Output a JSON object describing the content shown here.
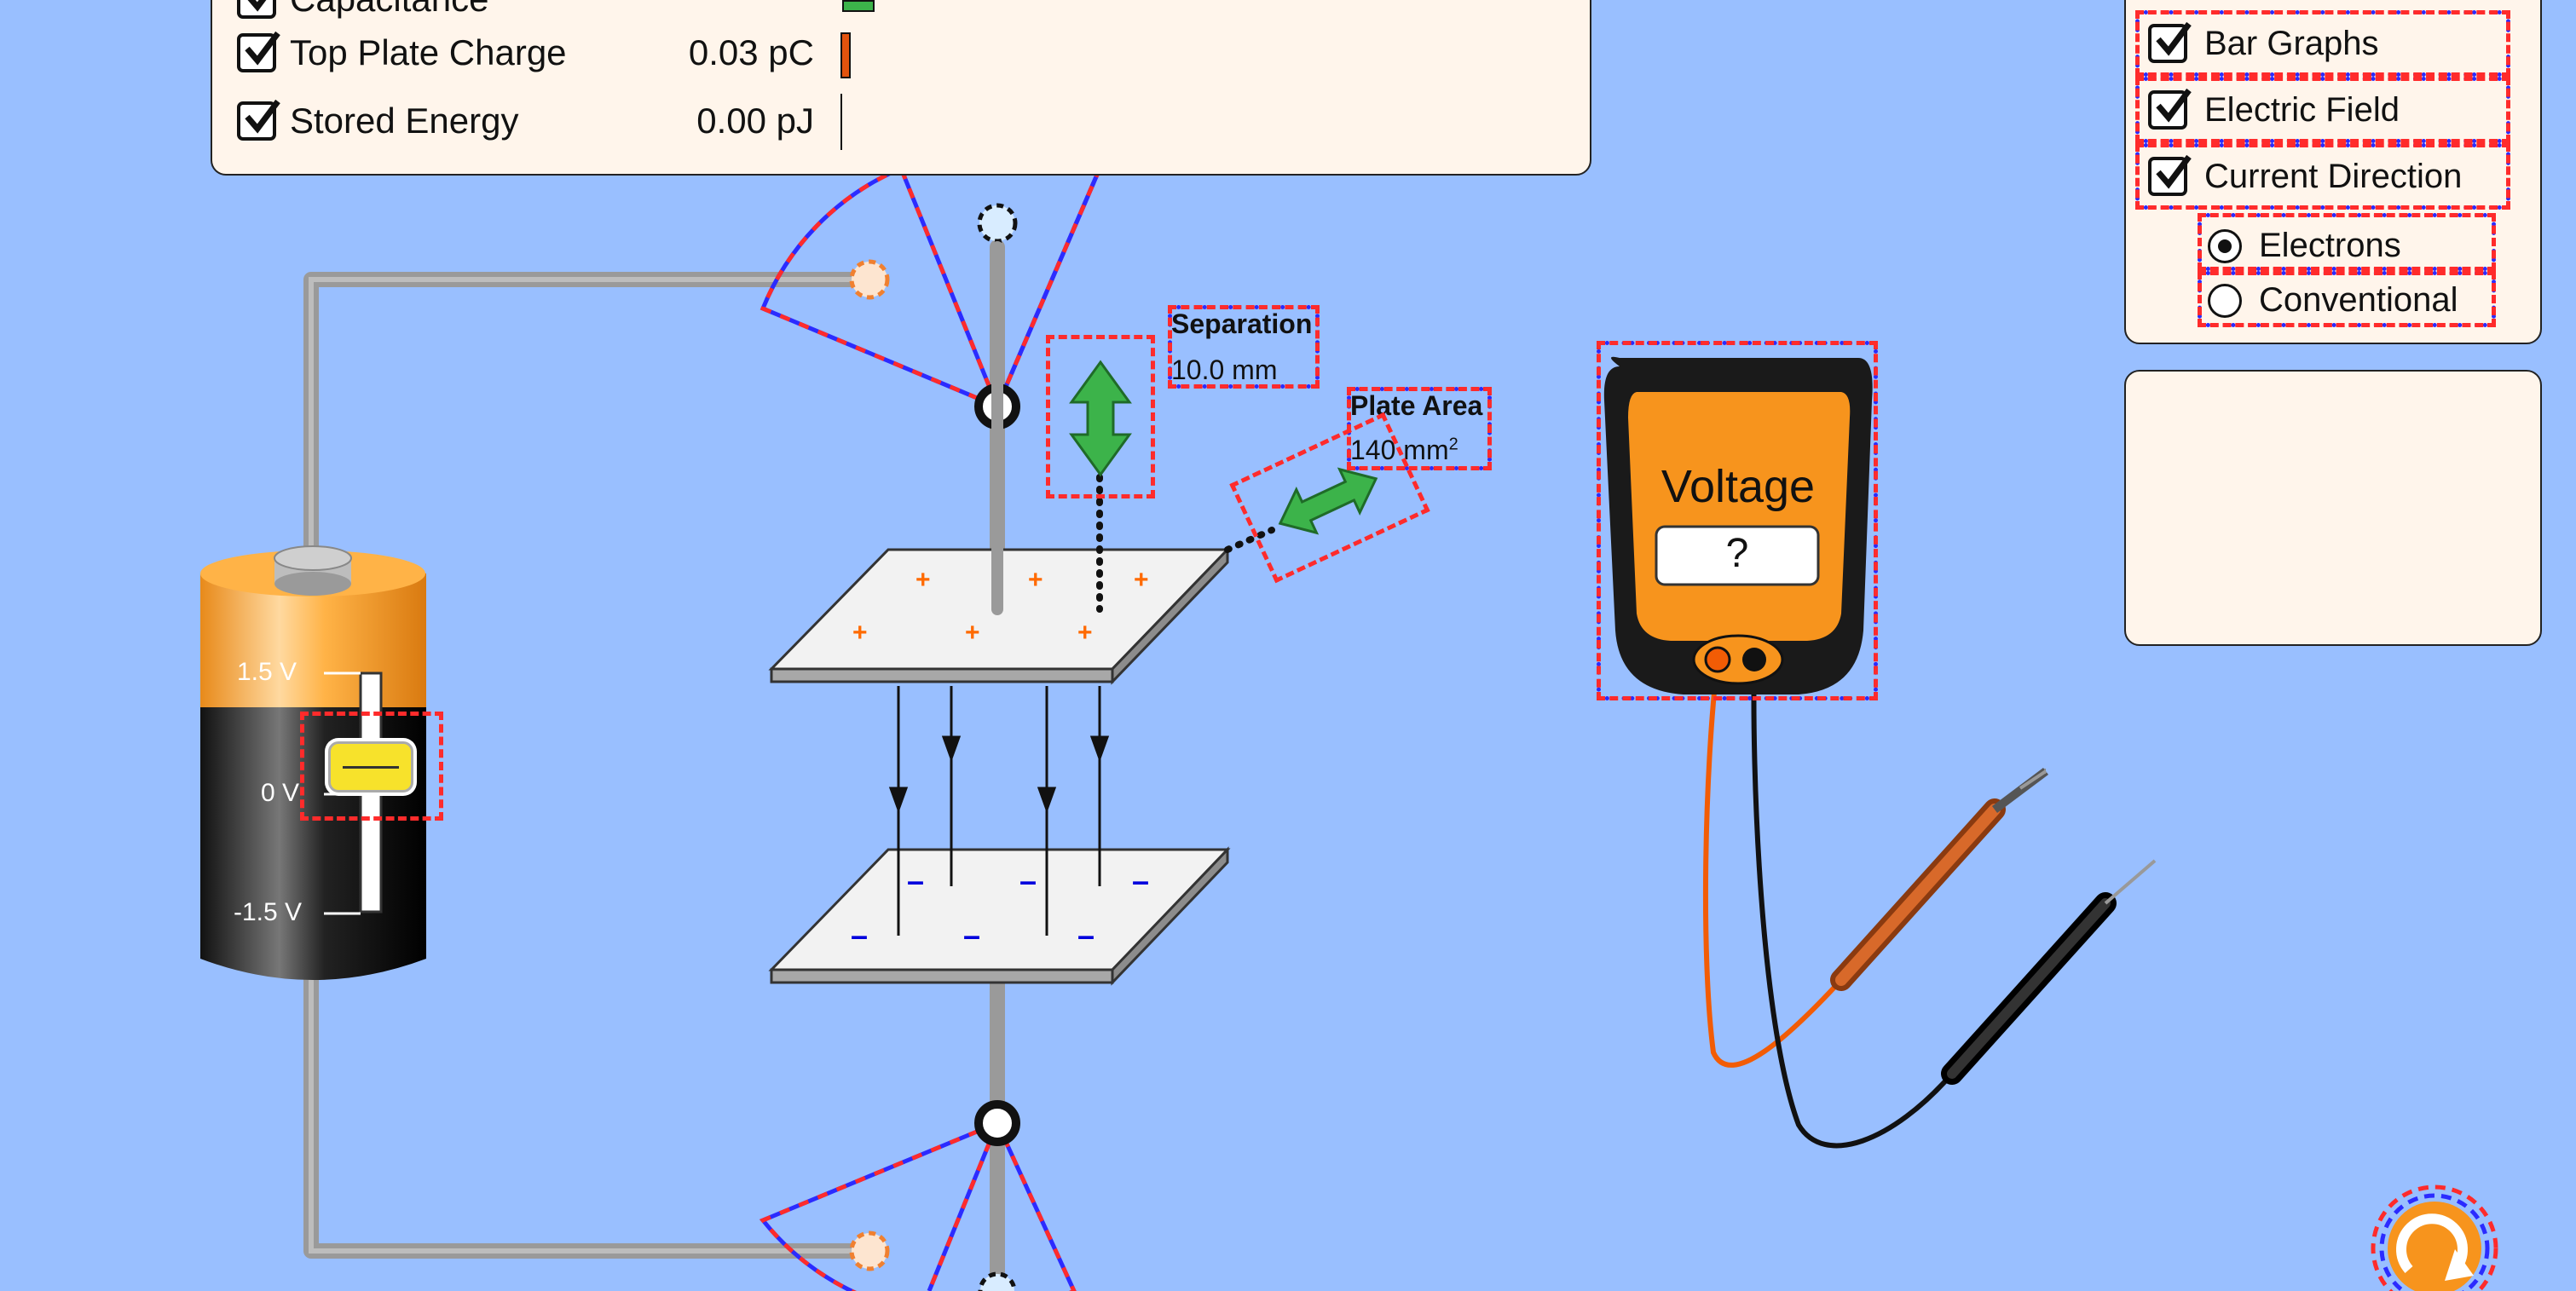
{
  "bar_graph_panel": {
    "rows": [
      {
        "label": "Capacitance",
        "value": "",
        "checked": true
      },
      {
        "label": "Top Plate Charge",
        "value": "0.03 pC",
        "checked": true
      },
      {
        "label": "Stored Energy",
        "value": "0.00 pJ",
        "checked": true
      }
    ]
  },
  "view_panel": {
    "bar_graphs": "Bar Graphs",
    "electric_field": "Electric Field",
    "current_direction": "Current Direction",
    "electrons": "Electrons",
    "conventional": "Conventional",
    "selected": "Electrons"
  },
  "battery": {
    "top_label": "1.5 V",
    "mid_label": "0 V",
    "bottom_label": "-1.5 V",
    "voltage_fraction": 0.5
  },
  "separation": {
    "title": "Separation",
    "value": "10.0 mm"
  },
  "plate_area": {
    "title": "Plate Area",
    "value": "140 mm",
    "unit_sup": "2"
  },
  "voltmeter": {
    "title": "Voltage",
    "reading": "?"
  },
  "top_plate_sign": "+",
  "bottom_plate_sign": "–",
  "colors": {
    "background": "#99BFFF",
    "panel": "#FFF5EB",
    "arrow_green": "#3CB34A",
    "meter_orange": "#F7941D"
  },
  "icons": [
    "checkmark-icon",
    "double-arrow-vertical-icon",
    "double-arrow-diagonal-icon",
    "reset-icon",
    "voltmeter-probe-red-icon",
    "voltmeter-probe-black-icon"
  ]
}
